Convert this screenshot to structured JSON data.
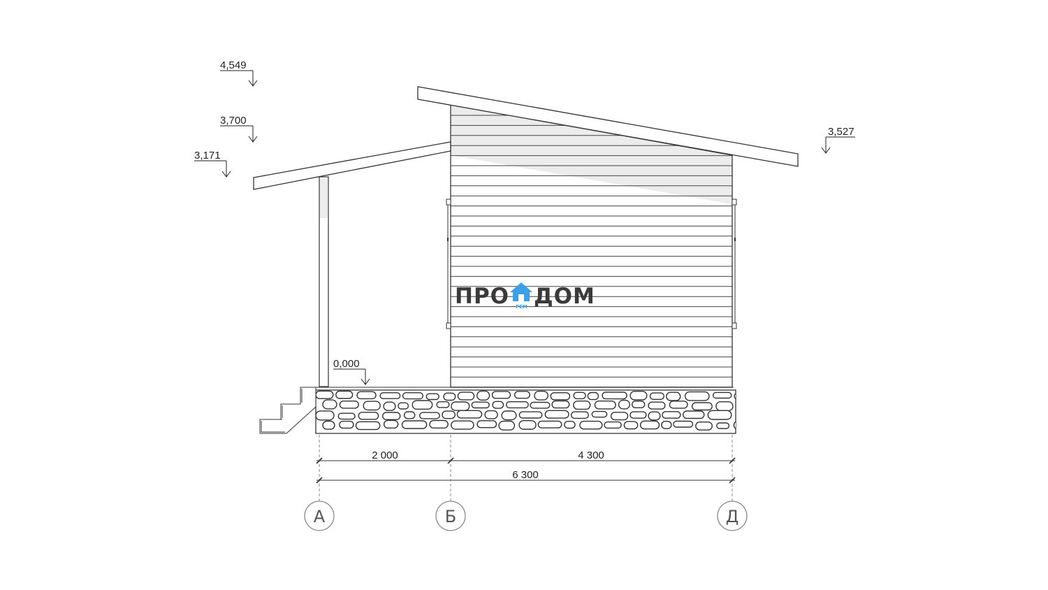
{
  "elevation_marks": [
    {
      "id": "roof-ridge",
      "value": "4,549"
    },
    {
      "id": "roof-eave-main",
      "value": "3,700"
    },
    {
      "id": "porch-roof",
      "value": "3,171"
    },
    {
      "id": "roof-eave-right",
      "value": "3,527"
    },
    {
      "id": "floor-level",
      "value": "0,000"
    }
  ],
  "dimensions": {
    "segment_1": "2 000",
    "segment_2": "4 300",
    "total": "6 300"
  },
  "axes": [
    "А",
    "Б",
    "Д"
  ],
  "logo": {
    "left": "ПРО",
    "right": "ДОМ",
    "sub": "РЕМ",
    "accent_color": "#3ba0e6"
  },
  "colors": {
    "line": "#333333",
    "siding_shade": "#ececec",
    "axis_circle": "#888888"
  }
}
